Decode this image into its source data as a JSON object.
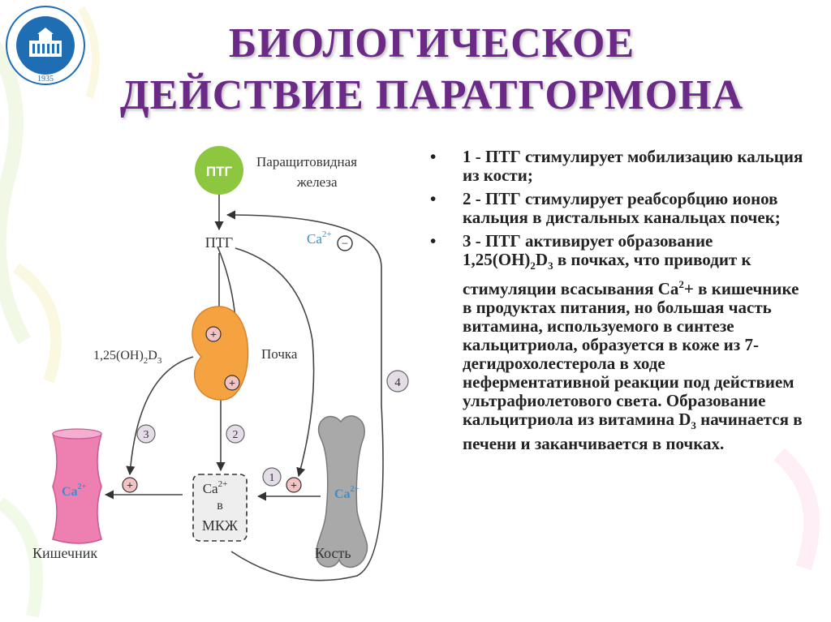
{
  "title": {
    "line1": "БИОЛОГИЧЕСКОЕ",
    "line2": "ДЕЙСТВИЕ ПАРАТГОРМОНА"
  },
  "logo": {
    "year": "1935"
  },
  "diagram": {
    "ptg_circle": "ПТГ",
    "gland_line1": "Паращитовидная",
    "gland_line2": "железа",
    "ptg_label": "ПТГ",
    "calcitriol_main": "1,25(OH)",
    "calcitriol_sub1": "2",
    "calcitriol_d": "D",
    "calcitriol_sub2": "3",
    "kidney_label": "Почка",
    "ca_main": "Ca",
    "ca_charge": "2+",
    "inhibit_sign": "−",
    "plus_sign": "+",
    "ecf_v": "в",
    "ecf_mkzh": "МКЖ",
    "intestine_label": "Кишечник",
    "bone_label": "Кость",
    "num1": "1",
    "num2": "2",
    "num3": "3",
    "num4": "4"
  },
  "bullets": [
    {
      "marker": "•",
      "text": "1 - ПТГ стимулирует мобилизацию кальция из кости;"
    },
    {
      "marker": "•",
      "text": "2 - ПТГ стимулирует реабсорбцию ионов кальция в дистальных канальцах почек;"
    },
    {
      "marker": "•",
      "p1": "3 - ПТГ активирует образование 1,25(OH)",
      "s1": "2",
      "p2": "D",
      "s2": "3",
      "p3": " в почках, что приводит к стимуляции всасывания Ca",
      "s3": "2",
      "p4": "+ в кишечнике в продуктах питания, но большая часть витамина, используемого в синтезе кальцитриола, образуется в коже из 7-дегидрохолестерола в ходе неферментативной реакции под действием ультрафиолетового света. Образование кальцитриола из витамина D",
      "s4": "3",
      "p5": " начинается в печени и заканчивается в почках."
    }
  ],
  "colors": {
    "title": "#6b2a85",
    "gland": "#8dc63f",
    "kidney": "#f4a340",
    "intestine": "#ee7fb1",
    "bone": "#a9a9a9",
    "plus_marker": "#f3c2c2",
    "ca_text": "#3a8fd0",
    "logo": "#1f6db3"
  }
}
